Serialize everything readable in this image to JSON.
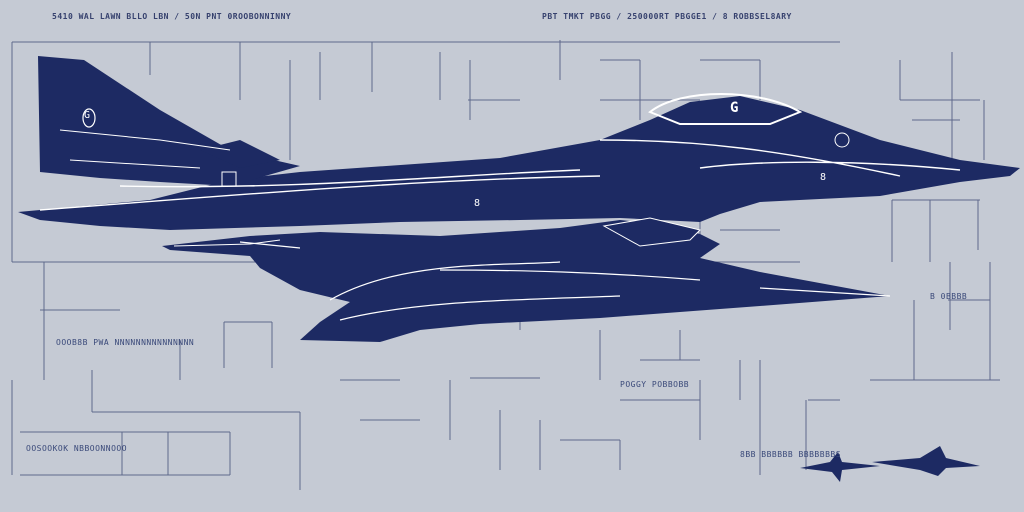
{
  "sheet": {
    "header_left": "5410 WAL LAWN BLLO LBN / 50N PNT 0ROOBONNINNY",
    "header_right": "PBT TMKT PBGG / 250000RT PBGGE1 / 8 ROBBSEL8ARY"
  },
  "annotations": {
    "fin_code": "G",
    "canopy_code": "G",
    "nose_code": "8",
    "lower_cockpit_code": "8",
    "left_note": "OOOB8B  PWA  NNNNNNNNNNNNNNN",
    "bottom_note": "OOSOOKOK  NBBOONNOOO",
    "bottom_right_note": "8BB  BBBBBB  BBBBBBBS",
    "mid_note": "POGGY POBBOBB",
    "right_note": "B  0BBBB"
  },
  "colors": {
    "paper": "#c5cad4",
    "ink": "#1d2a63",
    "line": "#3c4873",
    "highlight": "#ffffff"
  }
}
